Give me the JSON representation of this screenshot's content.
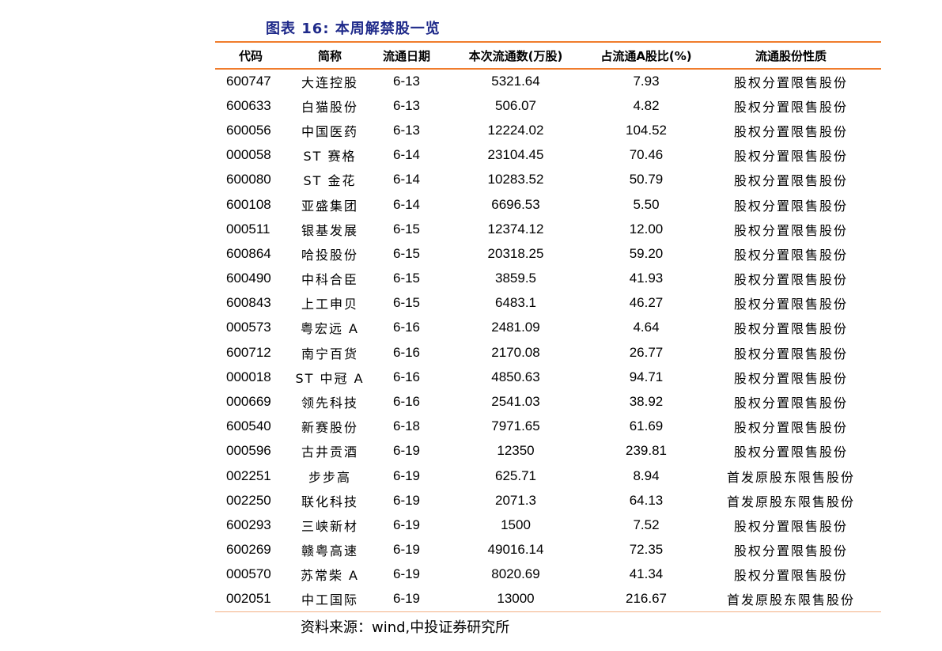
{
  "title": "图表 16:  本周解禁股一览",
  "headers": {
    "code": "代码",
    "name": "简称",
    "date": "流通日期",
    "shares": "本次流通数(万股)",
    "ratio": "占流通A股比(%)",
    "nature": "流通股份性质"
  },
  "rows": [
    {
      "code": "600747",
      "name": "大连控股",
      "date": "6-13",
      "shares": "5321.64",
      "ratio": "7.93",
      "nature": "股权分置限售股份"
    },
    {
      "code": "600633",
      "name": "白猫股份",
      "date": "6-13",
      "shares": "506.07",
      "ratio": "4.82",
      "nature": "股权分置限售股份"
    },
    {
      "code": "600056",
      "name": "中国医药",
      "date": "6-13",
      "shares": "12224.02",
      "ratio": "104.52",
      "nature": "股权分置限售股份"
    },
    {
      "code": "000058",
      "name": "ST 赛格",
      "date": "6-14",
      "shares": "23104.45",
      "ratio": "70.46",
      "nature": "股权分置限售股份"
    },
    {
      "code": "600080",
      "name": "ST 金花",
      "date": "6-14",
      "shares": "10283.52",
      "ratio": "50.79",
      "nature": "股权分置限售股份"
    },
    {
      "code": "600108",
      "name": "亚盛集团",
      "date": "6-14",
      "shares": "6696.53",
      "ratio": "5.50",
      "nature": "股权分置限售股份"
    },
    {
      "code": "000511",
      "name": "银基发展",
      "date": "6-15",
      "shares": "12374.12",
      "ratio": "12.00",
      "nature": "股权分置限售股份"
    },
    {
      "code": "600864",
      "name": "哈投股份",
      "date": "6-15",
      "shares": "20318.25",
      "ratio": "59.20",
      "nature": "股权分置限售股份"
    },
    {
      "code": "600490",
      "name": "中科合臣",
      "date": "6-15",
      "shares": "3859.5",
      "ratio": "41.93",
      "nature": "股权分置限售股份"
    },
    {
      "code": "600843",
      "name": "上工申贝",
      "date": "6-15",
      "shares": "6483.1",
      "ratio": "46.27",
      "nature": "股权分置限售股份"
    },
    {
      "code": "000573",
      "name": "粤宏远 A",
      "date": "6-16",
      "shares": "2481.09",
      "ratio": "4.64",
      "nature": "股权分置限售股份"
    },
    {
      "code": "600712",
      "name": "南宁百货",
      "date": "6-16",
      "shares": "2170.08",
      "ratio": "26.77",
      "nature": "股权分置限售股份"
    },
    {
      "code": "000018",
      "name": "ST 中冠 A",
      "date": "6-16",
      "shares": "4850.63",
      "ratio": "94.71",
      "nature": "股权分置限售股份"
    },
    {
      "code": "000669",
      "name": "领先科技",
      "date": "6-16",
      "shares": "2541.03",
      "ratio": "38.92",
      "nature": "股权分置限售股份"
    },
    {
      "code": "600540",
      "name": "新赛股份",
      "date": "6-18",
      "shares": "7971.65",
      "ratio": "61.69",
      "nature": "股权分置限售股份"
    },
    {
      "code": "000596",
      "name": "古井贡酒",
      "date": "6-19",
      "shares": "12350",
      "ratio": "239.81",
      "nature": "股权分置限售股份"
    },
    {
      "code": "002251",
      "name": "步步高",
      "date": "6-19",
      "shares": "625.71",
      "ratio": "8.94",
      "nature": "首发原股东限售股份"
    },
    {
      "code": "002250",
      "name": "联化科技",
      "date": "6-19",
      "shares": "2071.3",
      "ratio": "64.13",
      "nature": "首发原股东限售股份"
    },
    {
      "code": "600293",
      "name": "三峡新材",
      "date": "6-19",
      "shares": "1500",
      "ratio": "7.52",
      "nature": "股权分置限售股份"
    },
    {
      "code": "600269",
      "name": "赣粤高速",
      "date": "6-19",
      "shares": "49016.14",
      "ratio": "72.35",
      "nature": "股权分置限售股份"
    },
    {
      "code": "000570",
      "name": "苏常柴 A",
      "date": "6-19",
      "shares": "8020.69",
      "ratio": "41.34",
      "nature": "股权分置限售股份"
    },
    {
      "code": "002051",
      "name": "中工国际",
      "date": "6-19",
      "shares": "13000",
      "ratio": "216.67",
      "nature": "首发原股东限售股份"
    }
  ],
  "source": "资料来源：wind,中投证券研究所",
  "colors": {
    "title": "#1f2a8a",
    "rule": "#f07c2c"
  }
}
